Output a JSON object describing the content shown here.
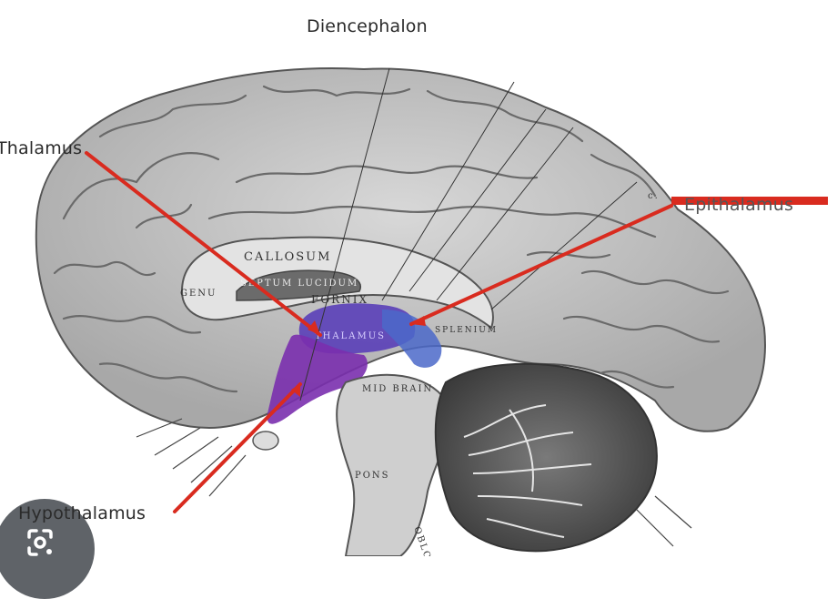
{
  "title": "Diencephalon",
  "labels": {
    "thalamus": "Thalamus",
    "epithalamus": "Epithalamus",
    "hypothalamus": "Hypothalamus"
  },
  "diagram_text": {
    "callosum": "CALLOSUM",
    "septum": "SEPTUM LUCIDUM",
    "genu": "GENU",
    "fornix": "FORNIX",
    "thalamus": "THALAMUS",
    "splenium": "SPLENIUM",
    "midbrain": "MID BRAIN",
    "pons": "PONS",
    "oblongata": "OBLONGATA",
    "corner_mark": "c."
  },
  "colors": {
    "pointer": "#d92b1f",
    "thalamus_region": "#5a3fb8",
    "hypothalamus_region": "#7a2fae",
    "epithalamus_region": "#4b68c9",
    "brain_fill": "#c9c9c9"
  },
  "icons": {
    "badge": "google-lens-icon"
  }
}
